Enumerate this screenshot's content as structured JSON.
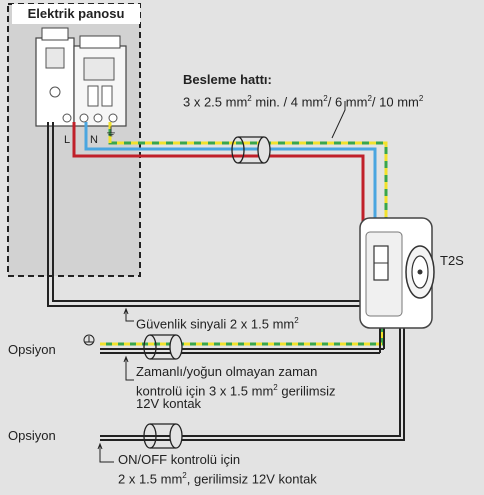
{
  "panel": {
    "title": "Elektrik panosu"
  },
  "terminals": {
    "l": "L",
    "n": "N"
  },
  "supply": {
    "title": "Besleme hattı:",
    "spec_pre": "3 x 2.5 mm",
    "spec_post": " min. / 4 mm",
    "spec_mid1": "/ 6 mm",
    "spec_mid2": "/ 10 mm",
    "sup": "2"
  },
  "device": {
    "label": "T2S"
  },
  "safety": {
    "text": "Güvenlik sinyali 2 x 1.5 mm",
    "sup": "2"
  },
  "option1": {
    "label": "Opsiyon",
    "line1": "Zamanlı/yoğun olmayan zaman",
    "line2_pre": "kontrolü için 3 x 1.5 mm",
    "line2_post": " gerilimsiz",
    "line3": "12V kontak",
    "sup": "2"
  },
  "option2": {
    "label": "Opsiyon",
    "line1": "ON/OFF kontrolü için",
    "line2_pre": "2 x 1.5 mm",
    "line2_post": ", gerilimsiz 12V kontak",
    "sup": "2"
  },
  "colors": {
    "phase": "#c0202a",
    "neutral": "#4aa6e0",
    "earth_green": "#3aa64a",
    "earth_yellow": "#f2e22c",
    "signal": "#222222",
    "background": "#e3e3e3"
  }
}
